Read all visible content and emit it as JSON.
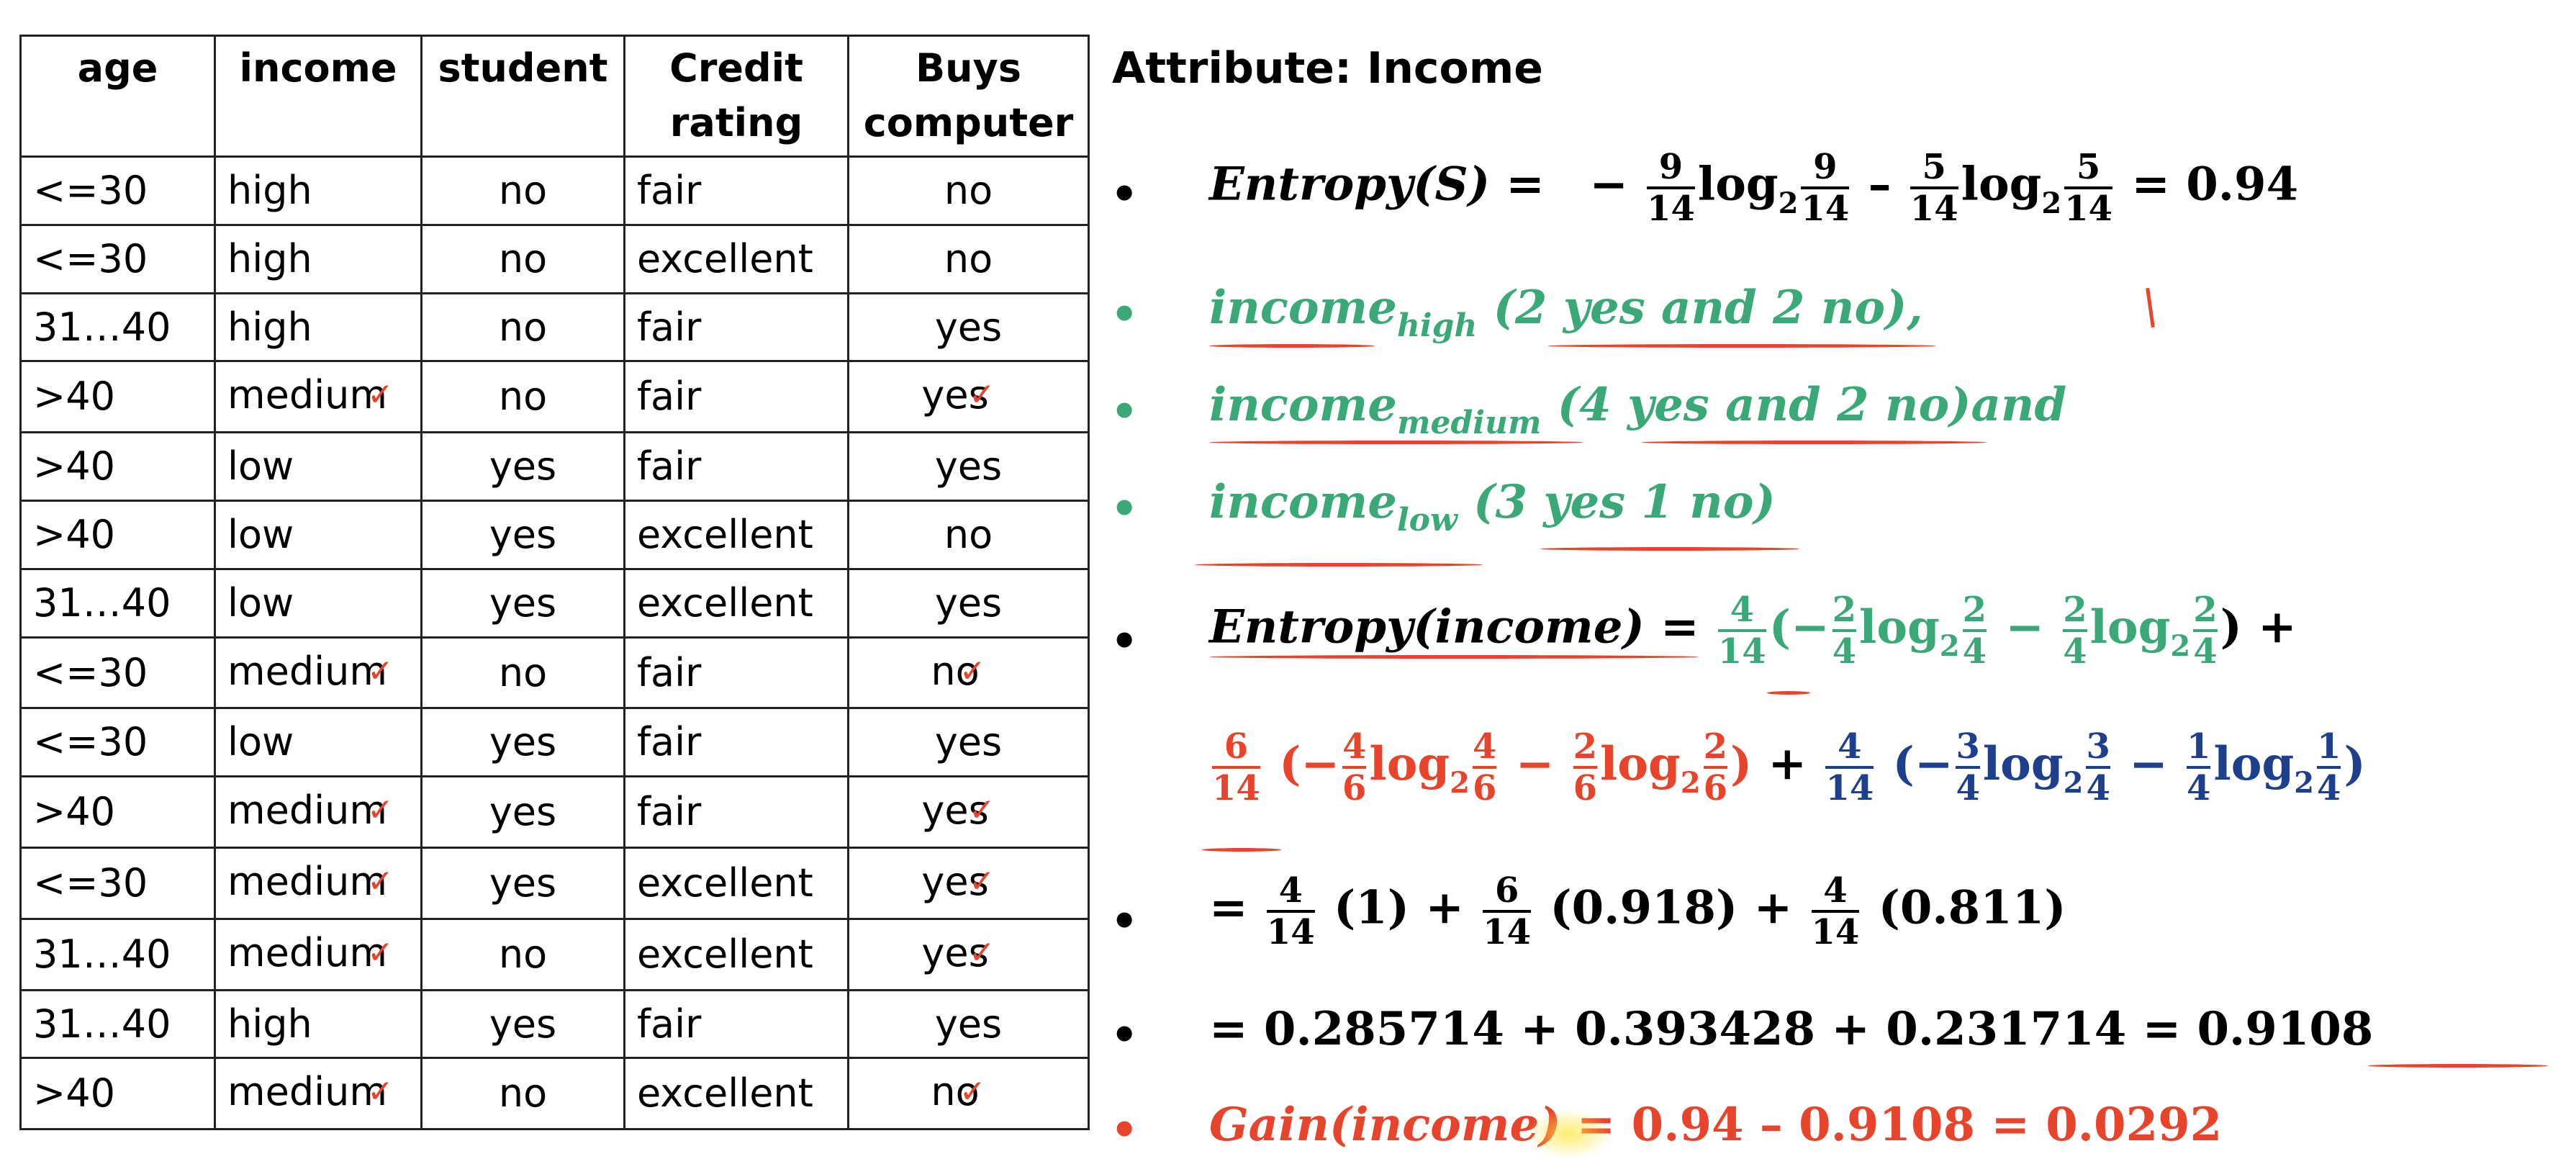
{
  "table": {
    "headers": [
      "age",
      "income",
      "student",
      "Credit rating",
      "Buys computer"
    ],
    "rows": [
      [
        "<=30",
        "high",
        "no",
        "fair",
        "no"
      ],
      [
        "<=30",
        "high",
        "no",
        "excellent",
        "no"
      ],
      [
        "31…40",
        "high",
        "no",
        "fair",
        "yes"
      ],
      [
        ">40",
        "medium",
        "no",
        "fair",
        "yes"
      ],
      [
        ">40",
        "low",
        "yes",
        "fair",
        "yes"
      ],
      [
        ">40",
        "low",
        "yes",
        "excellent",
        "no"
      ],
      [
        "31…40",
        "low",
        "yes",
        "excellent",
        "yes"
      ],
      [
        "<=30",
        "medium",
        "no",
        "fair",
        "no"
      ],
      [
        "<=30",
        "low",
        "yes",
        "fair",
        "yes"
      ],
      [
        ">40",
        "medium",
        "yes",
        "fair",
        "yes"
      ],
      [
        "<=30",
        "medium",
        "yes",
        "excellent",
        "yes"
      ],
      [
        "31…40",
        "medium",
        "no",
        "excellent",
        "yes"
      ],
      [
        "31…40",
        "high",
        "yes",
        "fair",
        "yes"
      ],
      [
        ">40",
        "medium",
        "no",
        "excellent",
        "no"
      ]
    ]
  },
  "title": "Attribute: Income",
  "bullet": "•",
  "eq1": {
    "lhs": "Entropy(S) =",
    "minus": "−",
    "f1_num": "9",
    "f1_den": "14",
    "log": "log",
    "base": "2",
    "f2_num": "9",
    "f2_den": "14",
    "op": "–",
    "f3_num": "5",
    "f3_den": "14",
    "f4_num": "5",
    "f4_den": "14",
    "result": "= 0.94"
  },
  "income_high": {
    "word": "income",
    "sub": "high",
    "detail": " (2 yes and 2 no),"
  },
  "income_medium": {
    "word": "income",
    "sub": "medium",
    "detail": " (4 yes and 2 no)and"
  },
  "income_low": {
    "word": "income",
    "sub": "low",
    "detail": " (3 yes 1 no)"
  },
  "eq2": {
    "lhs": "Entropy(income)",
    "eq": " = ",
    "a_num": "4",
    "a_den": "14",
    "open": "(−",
    "b_num": "2",
    "b_den": "4",
    "minus": " − ",
    "close": ") +",
    "c_num": "2",
    "c_den": "4"
  },
  "eq3": {
    "a_num": "6",
    "a_den": "14",
    "open": " (−",
    "b_num": "4",
    "b_den": "6",
    "c_num": "2",
    "c_den": "6",
    "close": ")",
    "plus": " + ",
    "d_num": "4",
    "d_den": "14",
    "e_num": "3",
    "e_den": "4",
    "f_num": "1",
    "f_den": "4"
  },
  "eq4": {
    "eq": "= ",
    "a_num": "4",
    "a_den": "14",
    "a_val": " (1) + ",
    "b_num": "6",
    "b_den": "14",
    "b_val": " (0.918) + ",
    "c_num": "4",
    "c_den": "14",
    "c_val": " (0.811)"
  },
  "eq5": {
    "text": "= 0.285714 + 0.393428 + 0.231714 = ",
    "result": "0.9108"
  },
  "eq6": {
    "lhs": "Gain(income)",
    "rhs": " = 0.94 – 0.9108 = 0.0292"
  },
  "colors": {
    "green": "#3aa877",
    "red": "#e8442c",
    "blue": "#1d3f8c"
  }
}
